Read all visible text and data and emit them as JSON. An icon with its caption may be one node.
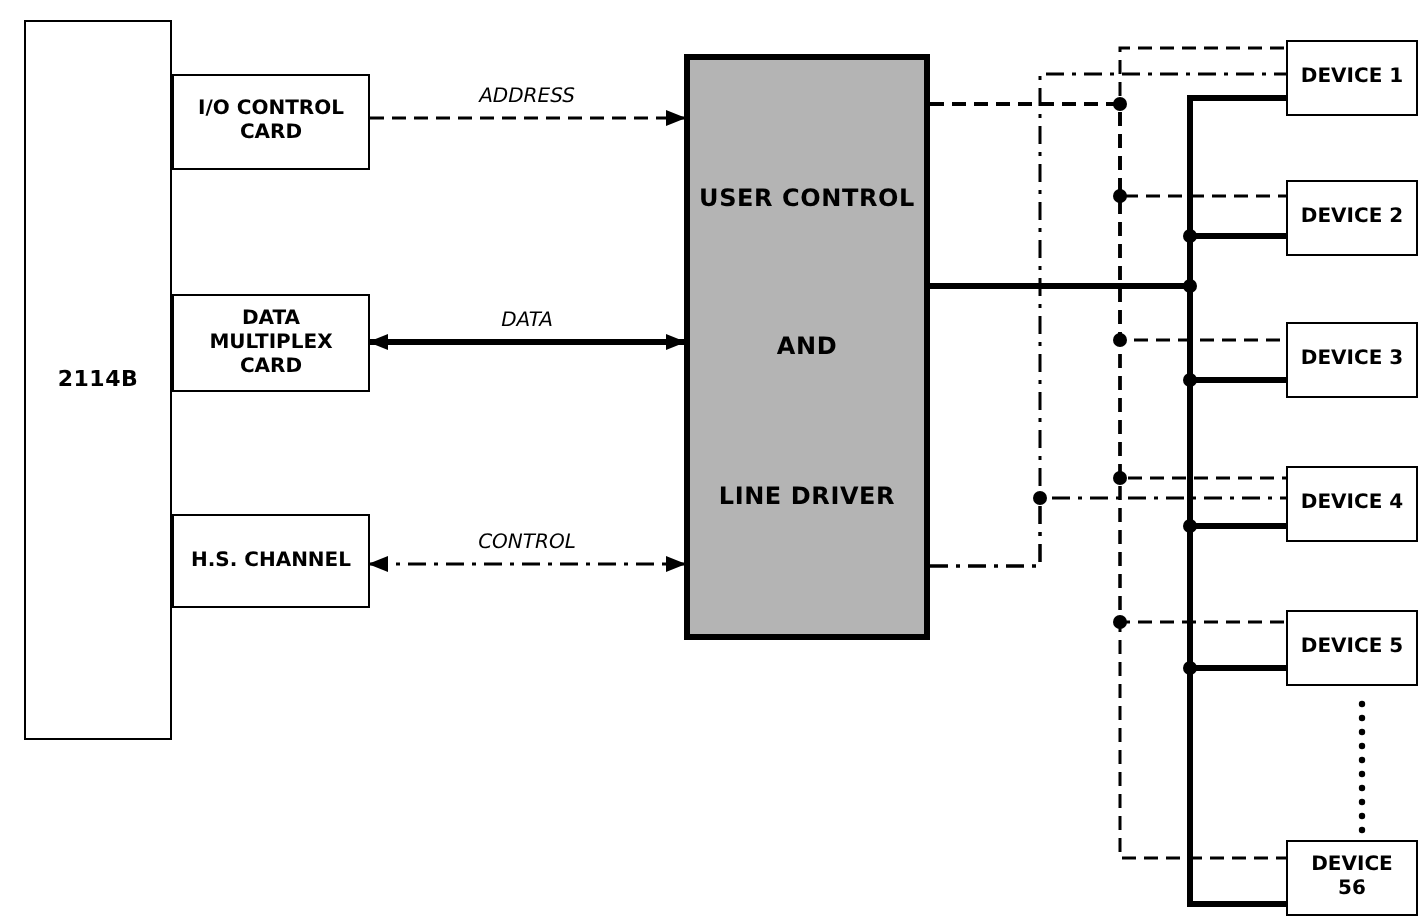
{
  "diagram": {
    "nodes": [
      {
        "text": [
          "2114B"
        ]
      },
      {
        "text": [
          "I/O CONTROL CARD"
        ]
      },
      {
        "text": [
          "DATA MULTIPLEX CARD"
        ]
      },
      {
        "text": [
          "H.S. CHANNEL"
        ]
      },
      {
        "text": [
          "USER CONTROL",
          "AND",
          "LINE DRIVER"
        ]
      },
      {
        "text": [
          "DEVICE 1"
        ]
      },
      {
        "text": [
          "DEVICE 2"
        ]
      },
      {
        "text": [
          "DEVICE 3"
        ]
      },
      {
        "text": [
          "DEVICE 4"
        ]
      },
      {
        "text": [
          "DEVICE 5"
        ]
      },
      {
        "text": [
          "DEVICE 56"
        ]
      }
    ],
    "edges": [
      {
        "from": 1,
        "to": 4,
        "arrow": "to",
        "label": "ADDRESS",
        "style": "dashed"
      },
      {
        "from": 2,
        "to": 4,
        "arrow": "both",
        "label": "DATA",
        "style": "thick"
      },
      {
        "from": 3,
        "to": 4,
        "arrow": "both",
        "label": "CONTROL",
        "style": "dashed"
      },
      {
        "from": 4,
        "to": 5,
        "arrow": "none",
        "style": "dashed"
      },
      {
        "from": 4,
        "to": 6,
        "arrow": "none",
        "style": "dashed"
      },
      {
        "from": 4,
        "to": 7,
        "arrow": "none",
        "style": "dashed"
      },
      {
        "from": 4,
        "to": 8,
        "arrow": "none",
        "style": "dashed"
      },
      {
        "from": 4,
        "to": 9,
        "arrow": "none",
        "style": "dashed"
      },
      {
        "from": 4,
        "to": 10,
        "arrow": "none",
        "style": "dashed"
      },
      {
        "from": 4,
        "to": 5,
        "arrow": "none",
        "style": "thick"
      },
      {
        "from": 4,
        "to": 6,
        "arrow": "none",
        "style": "thick"
      },
      {
        "from": 4,
        "to": 7,
        "arrow": "none",
        "style": "thick"
      },
      {
        "from": 4,
        "to": 8,
        "arrow": "none",
        "style": "thick"
      },
      {
        "from": 4,
        "to": 9,
        "arrow": "none",
        "style": "thick"
      },
      {
        "from": 4,
        "to": 10,
        "arrow": "none",
        "style": "thick"
      },
      {
        "from": 4,
        "to": 5,
        "arrow": "none",
        "style": "dashed"
      },
      {
        "from": 4,
        "to": 8,
        "arrow": "none",
        "style": "dashed"
      }
    ]
  }
}
